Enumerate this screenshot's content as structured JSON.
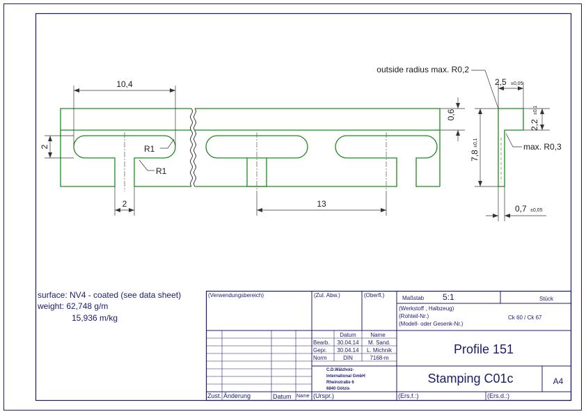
{
  "colors": {
    "frame": "#1a1a6e",
    "part": "#1a8a1a",
    "dim": "#333333",
    "text": "#1a1a1a"
  },
  "dimensions": {
    "d_10_4": "10,4",
    "d_2_left": "2",
    "d_r1_upper": "R1",
    "d_r1_lower": "R1",
    "d_2_bottom": "2",
    "d_13": "13",
    "d_0_6": "0,6",
    "outside_radius": "outside radius max. R0,2",
    "d_2_5": "2,5",
    "d_2_5_tol": "±0,05",
    "d_2_2": "2,2",
    "d_2_2_tol": "±0,1",
    "d_7_8": "7,8",
    "d_7_8_tol": "±0,1",
    "max_r0_3": "max. R0,3",
    "d_0_7": "0,7",
    "d_0_7_tol": "±0,05"
  },
  "notes": {
    "surface": "surface: NV4 - coated (see data sheet)",
    "weight": "weight: 62,748 g/m",
    "weight2": "15,936 m/kg"
  },
  "title_block": {
    "verwendung": "(Verwendungsbereich)",
    "zul_abw": "(Zul. Abw.)",
    "oberfl": "(Oberfl.)",
    "massstab_label": "Maßstab",
    "massstab_value": "5:1",
    "stueck": "Stück",
    "werkstoff": "(Werkstoff , Halbzeug)",
    "rohteil": "(Rohteil-Nr.)",
    "modell": "(Modell- oder Gesenk-Nr.)",
    "material": "Ck 60 / Ck 67",
    "datum_header": "Datum",
    "name_header": "Name",
    "bearb_label": "Bearb.",
    "bearb_date": "30.04.14",
    "bearb_name": "M. Sand.",
    "gepr_label": "Gepr.",
    "gepr_date": "30.04.14",
    "gepr_name": "L. Michnik",
    "norm_label": "Norm",
    "norm_date": "DIN",
    "norm_name": "7168-m",
    "company1": "C.D.Wälzholz-",
    "company2": "International GmbH",
    "company3": "Rheinstraße 6",
    "company4": "6840 Götzis",
    "title": "Profile 151",
    "drawing_no": "Stamping C01c",
    "format": "A4",
    "zust": "Zust.",
    "aenderung": "Änderung",
    "datum_footer": "Datum",
    "name_footer": "Name",
    "urspr": "(Urspr.)",
    "ersf": "(Ers.f.:)",
    "ersd": "(Ers.d.:)"
  }
}
